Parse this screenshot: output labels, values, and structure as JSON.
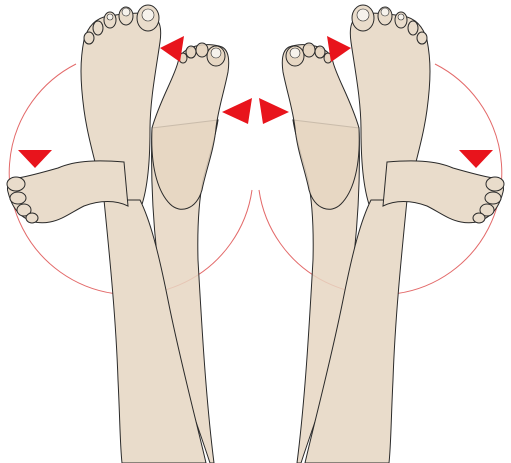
{
  "colors": {
    "background": "#ffffff",
    "skin": "#e9dccb",
    "skin_ghost": "#e6d6c2",
    "outline": "#2a2a2a",
    "nail": "#f6f2ec",
    "rotation_path": "#e36a6a",
    "arrow": "#e8141c"
  },
  "figures": [
    {
      "side": "left",
      "depicts": "left-leg-foot-rotation"
    },
    {
      "side": "right",
      "depicts": "right-leg-foot-rotation"
    }
  ],
  "icons": [
    "rotation-arrow-icon",
    "foot-icon"
  ]
}
